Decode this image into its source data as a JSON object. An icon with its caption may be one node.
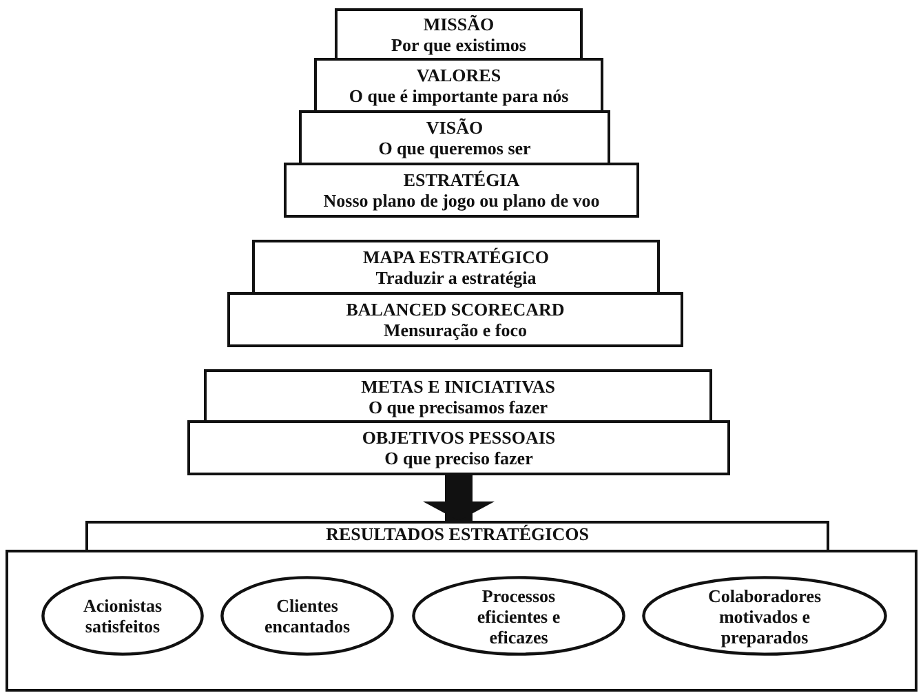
{
  "diagram": {
    "nodes": [
      {
        "text": [
          "MISSÃO",
          "Por que existimos"
        ]
      },
      {
        "text": [
          "VALORES",
          "O que é importante para nós"
        ]
      },
      {
        "text": [
          "VISÃO",
          "O que queremos ser"
        ]
      },
      {
        "text": [
          "ESTRATÉGIA",
          "Nosso plano de jogo ou plano de voo"
        ]
      },
      {
        "text": [
          "MAPA ESTRATÉGICO",
          "Traduzir a estratégia"
        ]
      },
      {
        "text": [
          "BALANCED SCORECARD",
          "Mensuração e foco"
        ]
      },
      {
        "text": [
          "METAS E INICIATIVAS",
          "O que precisamos fazer"
        ]
      },
      {
        "text": [
          "OBJETIVOS PESSOAIS",
          "O que preciso fazer"
        ]
      },
      {
        "text": [
          "RESULTADOS ESTRATÉGICOS"
        ]
      },
      {
        "text": [],
        "shape": "box"
      },
      {
        "text": [
          "Acionistas satisfeitos"
        ],
        "in": 9
      },
      {
        "text": [
          "Clientes encantados"
        ],
        "in": 9
      },
      {
        "text": [
          "Processos eficientes e eficazes"
        ],
        "in": 9
      },
      {
        "text": [
          "Colaboradores motivados e preparados"
        ],
        "in": 9
      }
    ],
    "edges": [
      {
        "from": 7,
        "to": 8,
        "arrow": "to"
      }
    ]
  }
}
